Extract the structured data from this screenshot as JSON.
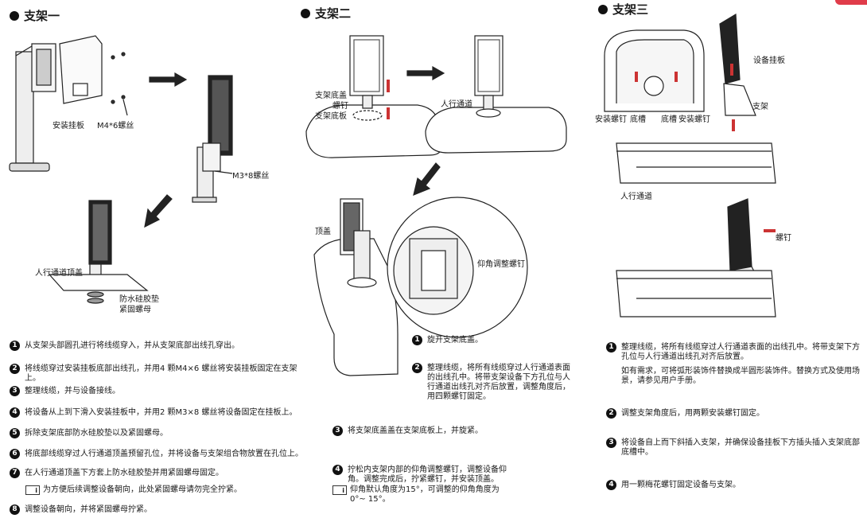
{
  "section1": {
    "title": "支架一",
    "labels": {
      "mount_plate": "安装挂板",
      "m4_screw": "M4*6螺丝",
      "m3_screw": "M3*8螺丝",
      "channel_top": "人行通道顶盖",
      "pad": "防水硅胶垫",
      "nut": "紧固螺母"
    },
    "steps": [
      {
        "n": "1",
        "text": "从支架头部圆孔进行将线缆穿入，并从支架底部出线孔穿出。"
      },
      {
        "n": "2",
        "text": "将线缆穿过安装挂板底部出线孔，并用4 颗M4×6 螺丝将安装挂板固定在支架上。"
      },
      {
        "n": "3",
        "text": "整理线缆，并与设备接线。"
      },
      {
        "n": "4",
        "text": "将设备从上到下滑入安装挂板中，并用2 颗M3×8 螺丝将设备固定在挂板上。"
      },
      {
        "n": "5",
        "text": "拆除支架底部防水硅胶垫以及紧固螺母。"
      },
      {
        "n": "6",
        "text": "将底部线缆穿过人行通道顶盖预留孔位，并将设备与支架组合物放置在孔位上。"
      },
      {
        "n": "7",
        "text": "在人行通道顶盖下方套上防水硅胶垫并用紧固螺母固定。"
      },
      {
        "n": "8",
        "text": "调整设备朝向，并将紧固螺母拧紧。"
      }
    ],
    "note": "为方便后续调整设备朝向，此处紧固螺母请勿完全拧紧。"
  },
  "section2": {
    "title": "支架二",
    "labels": {
      "base_cover": "支架底盖",
      "screw": "螺钉",
      "base_plate": "支架底板",
      "channel": "人行通道",
      "top_cover": "顶盖",
      "tilt_screw": "仰角调整螺钉"
    },
    "steps": [
      {
        "n": "1",
        "text": "旋开支架底盖。"
      },
      {
        "n": "2",
        "text": "整理线缆，将所有线缆穿过人行通道表面的出线孔中。将带支架设备下方孔位与人行通道出线孔对齐后放置，调整角度后，用四颗螺钉固定。"
      },
      {
        "n": "3",
        "text": "将支架底盖盖在支架底板上，并旋紧。"
      },
      {
        "n": "4",
        "text": "拧松内支架内部的仰角调整螺钉，调整设备仰角。调整完成后，拧紧螺钉，并安装顶盖。"
      }
    ],
    "note": "仰角默认角度为15°，可调整的仰角角度为0°~ 15°。"
  },
  "section3": {
    "title": "支架三",
    "labels": {
      "device_hanger": "设备挂板",
      "bracket": "支架",
      "install_screw": "安装螺钉",
      "slot1": "底槽",
      "slot2": "底槽",
      "install_screw2": "安装螺钉",
      "channel": "人行通道",
      "screw": "螺钉"
    },
    "steps": [
      {
        "n": "1",
        "text": "整理线缆，将所有线缆穿过人行通道表面的出线孔中。将带支架下方孔位与人行通道出线孔对齐后放置。",
        "extra": "如有需求，可将弧形装饰件替换成半圆形装饰件。替换方式及使用场景，请参见用户手册。"
      },
      {
        "n": "2",
        "text": "调整支架角度后，用两颗安装螺钉固定。"
      },
      {
        "n": "3",
        "text": "将设备自上而下斜插入支架，并确保设备挂板下方插头插入支架底部底槽中。"
      },
      {
        "n": "4",
        "text": "用一颗梅花螺钉固定设备与支架。"
      }
    ]
  },
  "accent_color": "#e03c4a"
}
